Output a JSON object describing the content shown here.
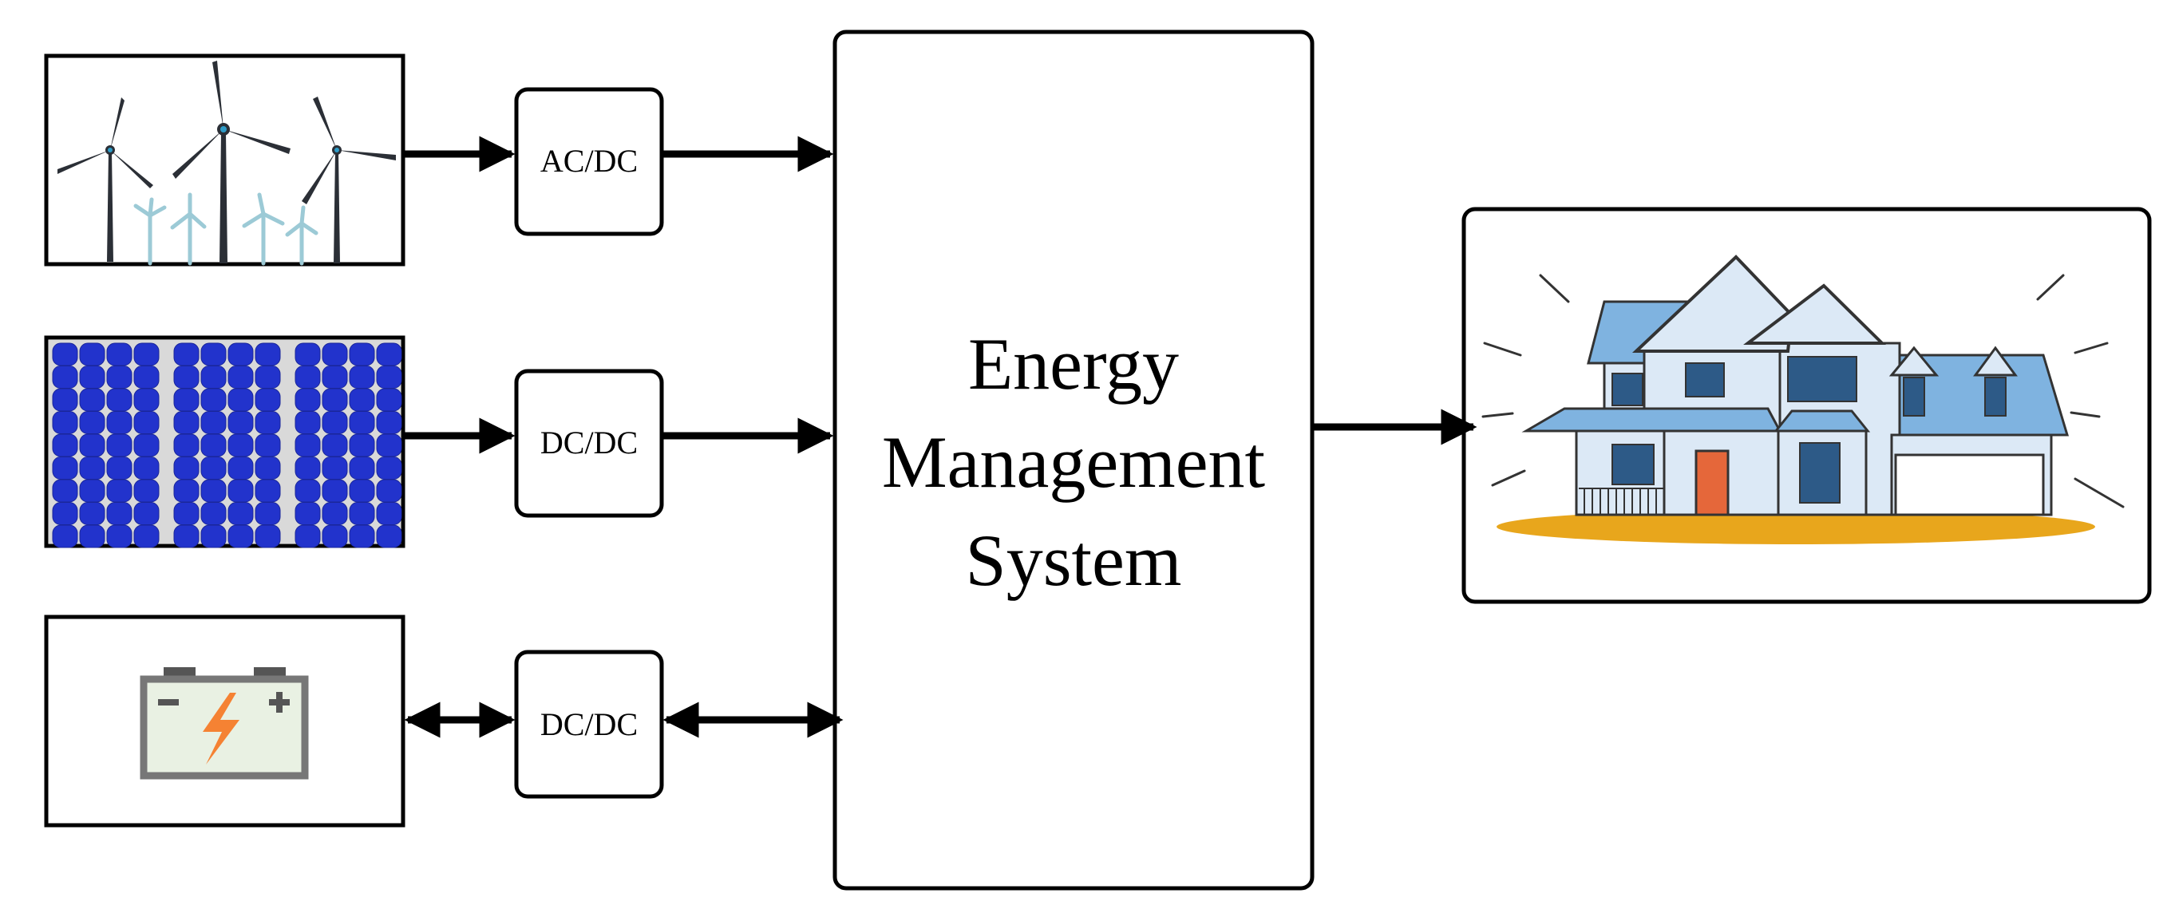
{
  "converters": {
    "wind": "AC/DC",
    "solar": "DC/DC",
    "battery": "DC/DC"
  },
  "ems": {
    "line1": "Energy",
    "line2": "Management",
    "line3": "System"
  },
  "icons": {
    "wind": "wind-turbines-icon",
    "solar": "solar-panel-icon",
    "battery": "battery-icon",
    "load": "house-icon"
  },
  "colors": {
    "solar_cell": "#2233CC",
    "battery_bolt": "#F58233",
    "roof": "#7FB3E0",
    "door": "#E5673A",
    "lawn": "#E8A61C"
  }
}
